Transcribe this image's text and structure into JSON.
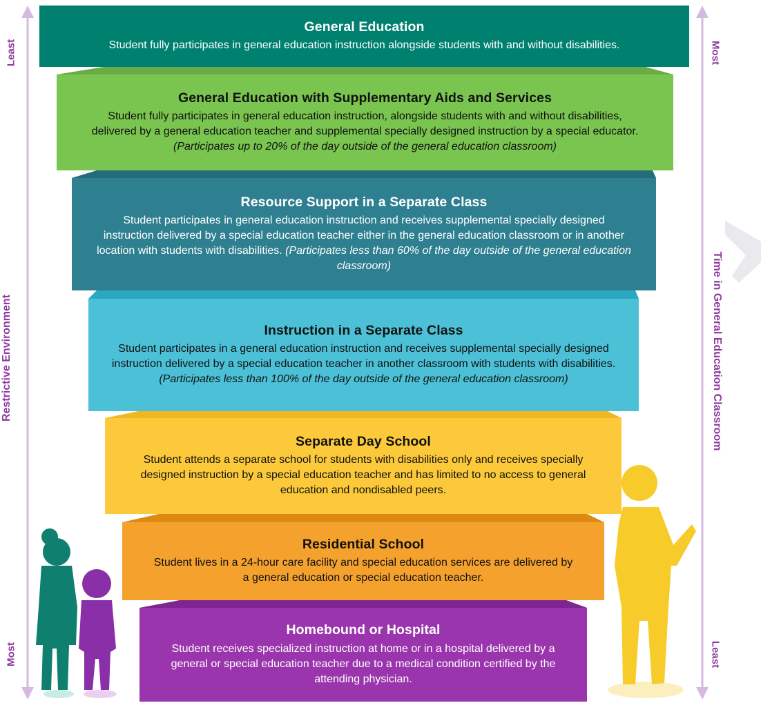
{
  "left_axis": {
    "top_label": "Least",
    "middle_label": "Restrictive Environment",
    "bottom_label": "Most"
  },
  "right_axis": {
    "top_label": "Most",
    "middle_label": "Time in General Education Classroom",
    "bottom_label": "Least"
  },
  "tiers": [
    {
      "title": "General Education",
      "description": "Student fully participates in general education instruction alongside students with and without disabilities.",
      "note": "",
      "color": "#00806f"
    },
    {
      "title": "General Education with Supplementary Aids and Services",
      "description": "Student fully participates in general education instruction, alongside students with and without disabilities, delivered by a general education teacher and supplemental specially designed instruction by a special educator.",
      "note": "(Participates up to 20% of the day outside of the general education classroom)",
      "color": "#7ac54f"
    },
    {
      "title": "Resource Support in a Separate Class",
      "description": "Student participates in general education instruction and receives supplemental specially designed instruction delivered by a special education teacher either in the general education classroom or in another location with students with disabilities.",
      "note": "(Participates less than 60% of the day outside of the general education classroom)",
      "color": "#2e7f90"
    },
    {
      "title": "Instruction in a Separate Class",
      "description": "Student participates in a general education instruction and receives supplemental specially designed instruction delivered by a special education teacher in another classroom with students with disabilities.",
      "note": "(Participates less than 100% of the day outside of the general education classroom)",
      "color": "#4cc0d6"
    },
    {
      "title": "Separate Day School",
      "description": "Student attends a separate school for students with disabilities only and receives specially designed instruction by a special education teacher and has limited to no access to general education and nondisabled peers.",
      "note": "",
      "color": "#fbc93a"
    },
    {
      "title": "Residential School",
      "description": "Student lives in a 24-hour care facility and special education services are delivered by a general education or special education teacher.",
      "note": "",
      "color": "#f5a12e"
    },
    {
      "title": "Homebound or Hospital",
      "description": "Student receives specialized instruction at home or in a hospital delivered by a general or special education teacher due to a medical condition certified by the attending physician.",
      "note": "",
      "color": "#9b35ad"
    }
  ],
  "colors": {
    "axis": "#c9a6d6",
    "axis_text": "#8e3aa0",
    "student_a": "#0f7f6f",
    "student_b": "#8b2fa8",
    "teacher": "#f7cc2a"
  }
}
